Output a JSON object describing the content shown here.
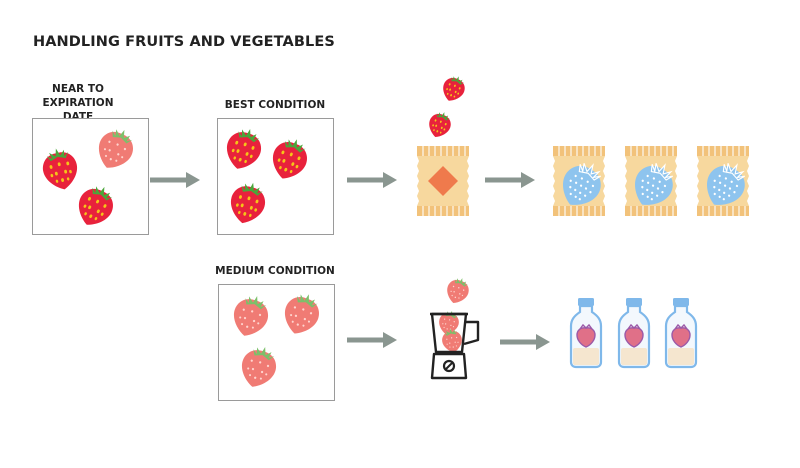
{
  "title": "HANDLING FRUITS AND VEGETABLES",
  "labels": {
    "near_expiration_line1": "NEAR TO",
    "near_expiration_line2": "EXPIRATION DATE",
    "best_condition": "BEST CONDITION",
    "medium_condition": "MEDIUM CONDITION"
  },
  "colors": {
    "arrow": "#8a9690",
    "ripe_strawberry": "#e8223c",
    "pale_strawberry": "#f07b74",
    "leaf": "#4aa63a",
    "seed": "#f5c518",
    "package": "#f7d89e",
    "package_stripe": "#f2c27a",
    "diamond": "#ef7a4c",
    "blue_strawberry": "#8ec4ee",
    "bottle_cap": "#7fb8ea",
    "bottle_label": "#e07088"
  },
  "icons": {
    "arrow": "arrow-right-icon",
    "package": "snack-package-icon",
    "blender": "blender-icon",
    "bottle": "milk-bottle-icon",
    "strawberry": "strawberry-icon"
  }
}
